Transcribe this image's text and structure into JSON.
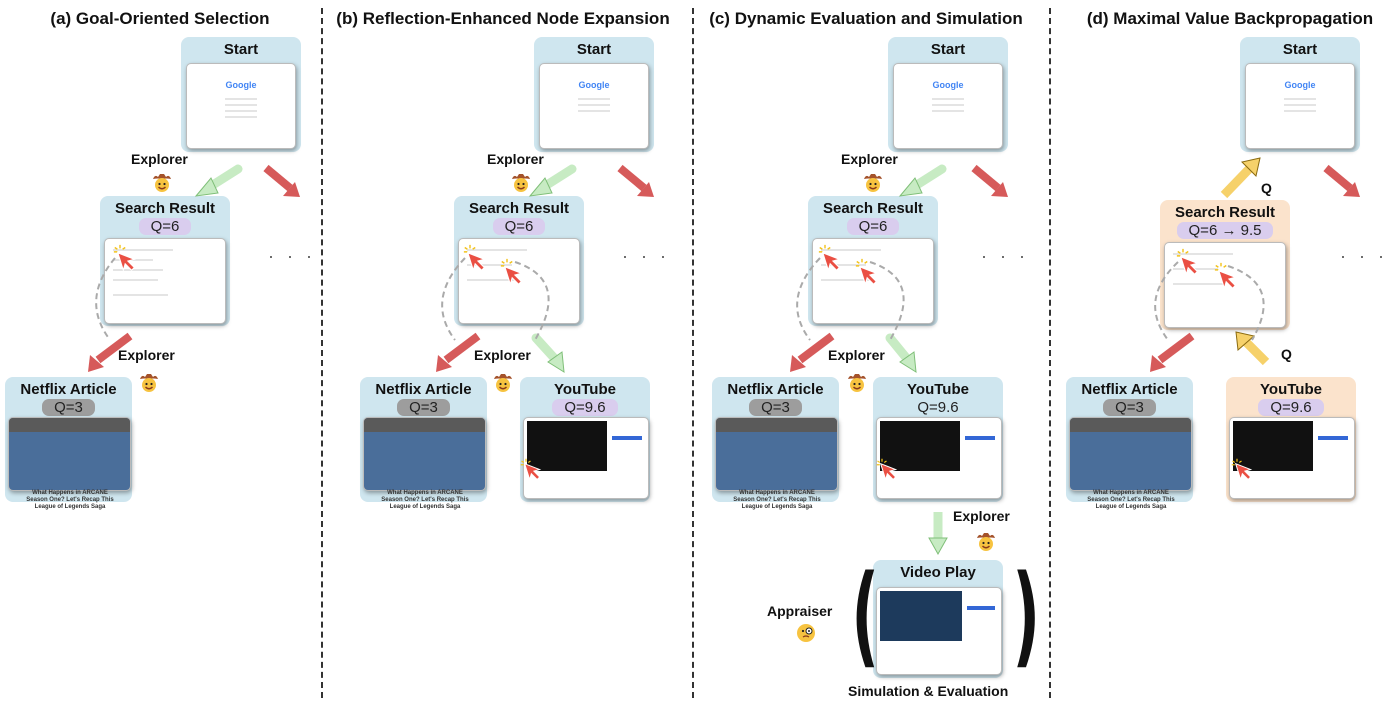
{
  "panels": [
    {
      "title": "(a) Goal-Oriented Selection"
    },
    {
      "title": "(b) Reflection-Enhanced Node Expansion"
    },
    {
      "title": "(c) Dynamic Evaluation and Simulation"
    },
    {
      "title": "(d) Maximal Value Backpropagation"
    }
  ],
  "nodes": {
    "start": "Start",
    "search_result": "Search Result",
    "netflix": "Netflix Article",
    "youtube": "YouTube",
    "video_play": "Video Play"
  },
  "q": {
    "search": "Q=6",
    "netflix": "Q=3",
    "youtube": "Q=9.6",
    "search_updated": "Q=6 → 9.5"
  },
  "labels": {
    "explorer": "Explorer",
    "appraiser": "Appraiser",
    "q_arrow": "Q",
    "sim_eval": "Simulation & Evaluation",
    "ellipsis": "· · ·",
    "google": "Google",
    "netflix_caption": "What Happens in ARCANE Season One? Let's Recap This League of Legends Saga"
  },
  "icons": [
    "google-screenshot-icon",
    "cowboy-emoji-icon",
    "monocle-emoji-icon",
    "cursor-arrow-icon",
    "click-spark-icon"
  ],
  "colors": {
    "node_blue": "#cfe6ef",
    "node_orange": "#fbe3cc",
    "arrow_green": "#c7ebc3",
    "arrow_red": "#d65a5a",
    "arrow_yellow": "#f6d16a",
    "q_purple": "#d9cdee",
    "q_gray": "#9d9d9d"
  }
}
